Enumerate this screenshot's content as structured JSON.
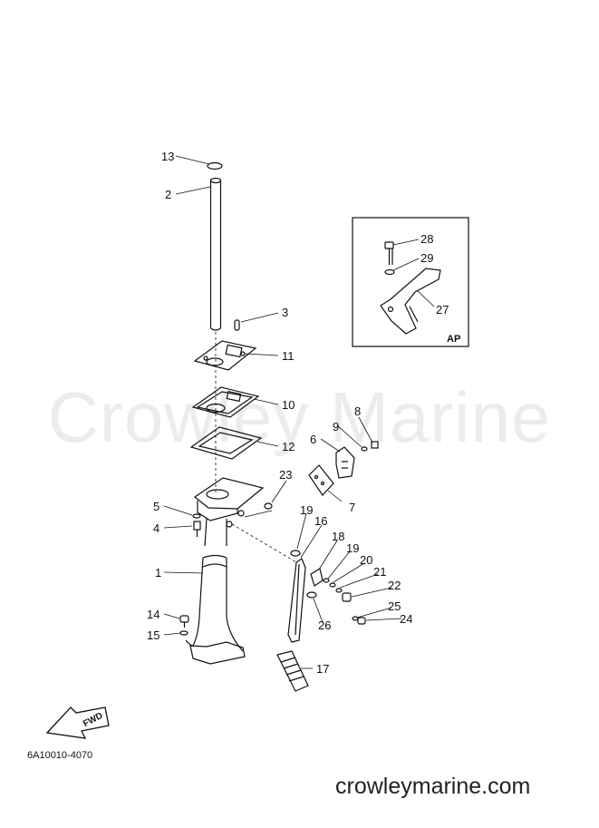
{
  "watermark": "Crowley Marine",
  "website": "crowleymarine.com",
  "diagram_code": "6A10010-4070",
  "inset_tag": "AP",
  "fwd_label": "FWD",
  "callouts": [
    "1",
    "2",
    "3",
    "4",
    "5",
    "6",
    "7",
    "8",
    "9",
    "10",
    "11",
    "12",
    "13",
    "14",
    "15",
    "16",
    "17",
    "18",
    "19",
    "19",
    "20",
    "21",
    "22",
    "23",
    "24",
    "25",
    "26",
    "27",
    "28",
    "29"
  ]
}
